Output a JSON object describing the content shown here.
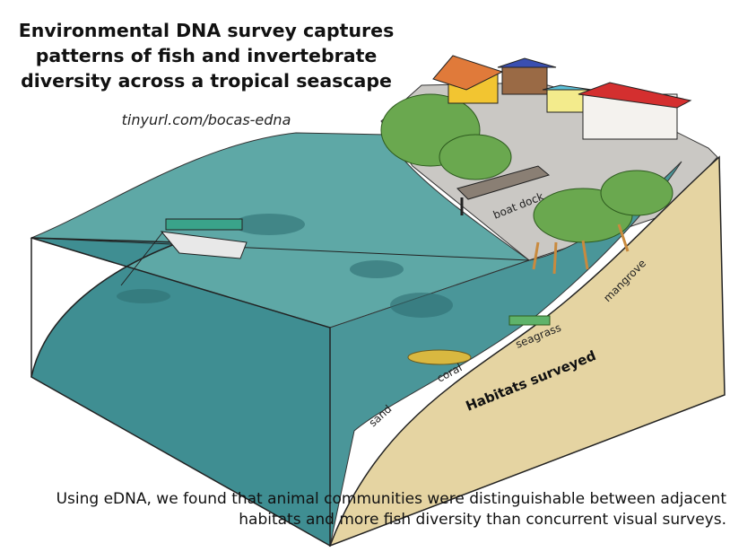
{
  "title": "Environmental DNA survey captures patterns of fish and invertebrate diversity across a tropical seascape",
  "link": "tinyurl.com/bocas-edna",
  "labels": {
    "boat_dock": "boat dock",
    "mangrove": "mangrove",
    "seagrass": "seagrass",
    "coral": "coral",
    "sand": "sand",
    "habitats": "Habitats surveyed"
  },
  "caption": "Using eDNA, we found that animal communities were distinguishable between adjacent habitats and more fish diversity than concurrent visual surveys.",
  "colors": {
    "water_top": "#5ea8a6",
    "water_front": "#3f8e92",
    "sand": "#e5d4a2",
    "land": "#cac8c4",
    "mangrove": "#6aa84f"
  }
}
